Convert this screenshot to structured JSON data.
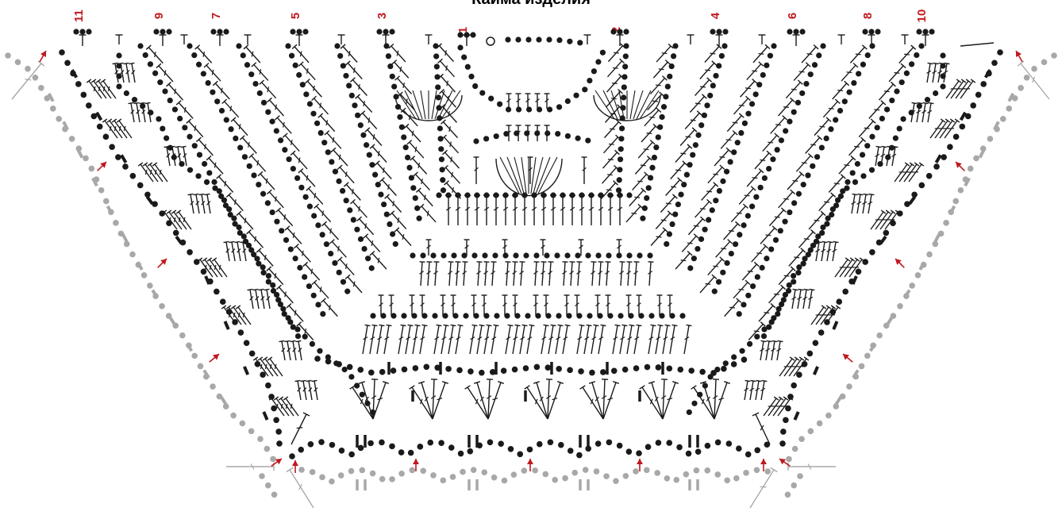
{
  "title": "Кайма изделия",
  "row_labels": [
    "11",
    "9",
    "7",
    "5",
    "3",
    "1",
    "2",
    "4",
    "6",
    "8",
    "10"
  ],
  "colors": {
    "stitch": "#1a1a1a",
    "edging": "#a8a8a8",
    "row_number": "#c0181f",
    "arrow": "#c0181f"
  },
  "legend_symbols": {
    "chain": "dot",
    "double_crochet": "T-with-bar",
    "slip_arrow": "red-arrow"
  }
}
